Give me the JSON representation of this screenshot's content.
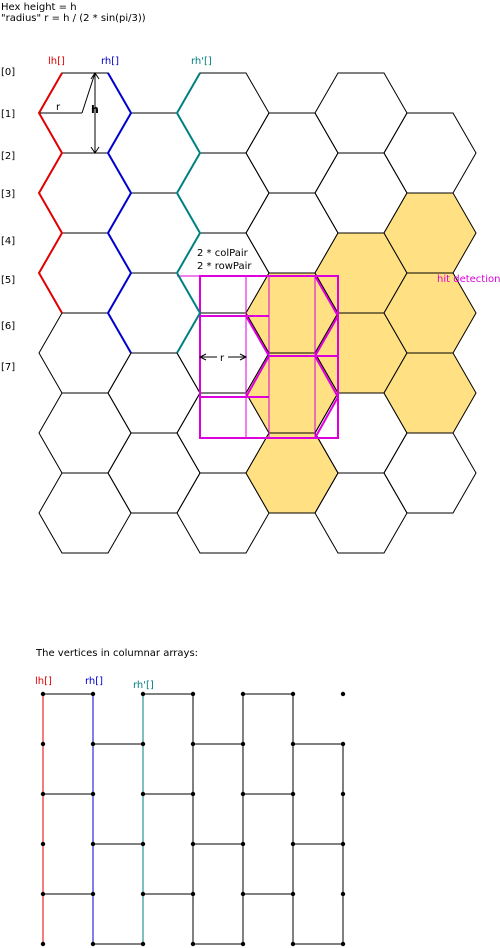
{
  "header": {
    "line1": "Hex height = h",
    "line2": "\"radius\" r = h / (2 * sin(pi/3))"
  },
  "colors": {
    "lh": "#e00000",
    "rh": "#0000cc",
    "rhp": "#008080",
    "hit": "#dd00dd",
    "highlight": "#ffe082",
    "stroke": "#000000"
  },
  "hex_grid": {
    "column_labels": [
      "lh[]",
      "rh[]",
      "rh'[]"
    ],
    "row_labels": [
      "[0]",
      "[1]",
      "[2]",
      "[3]",
      "[4]",
      "[5]",
      "[6]",
      "[7]"
    ],
    "r_label": "r",
    "h_label": "h",
    "colpair_label": "2 * colPair",
    "rowpair_label": "2 * rowPair",
    "r_box_label": "r",
    "hit_label": "hit detection"
  },
  "vertex_arrays": {
    "caption": "The vertices in columnar arrays:",
    "column_labels": [
      "lh[]",
      "rh[]",
      "rh'[]"
    ]
  }
}
